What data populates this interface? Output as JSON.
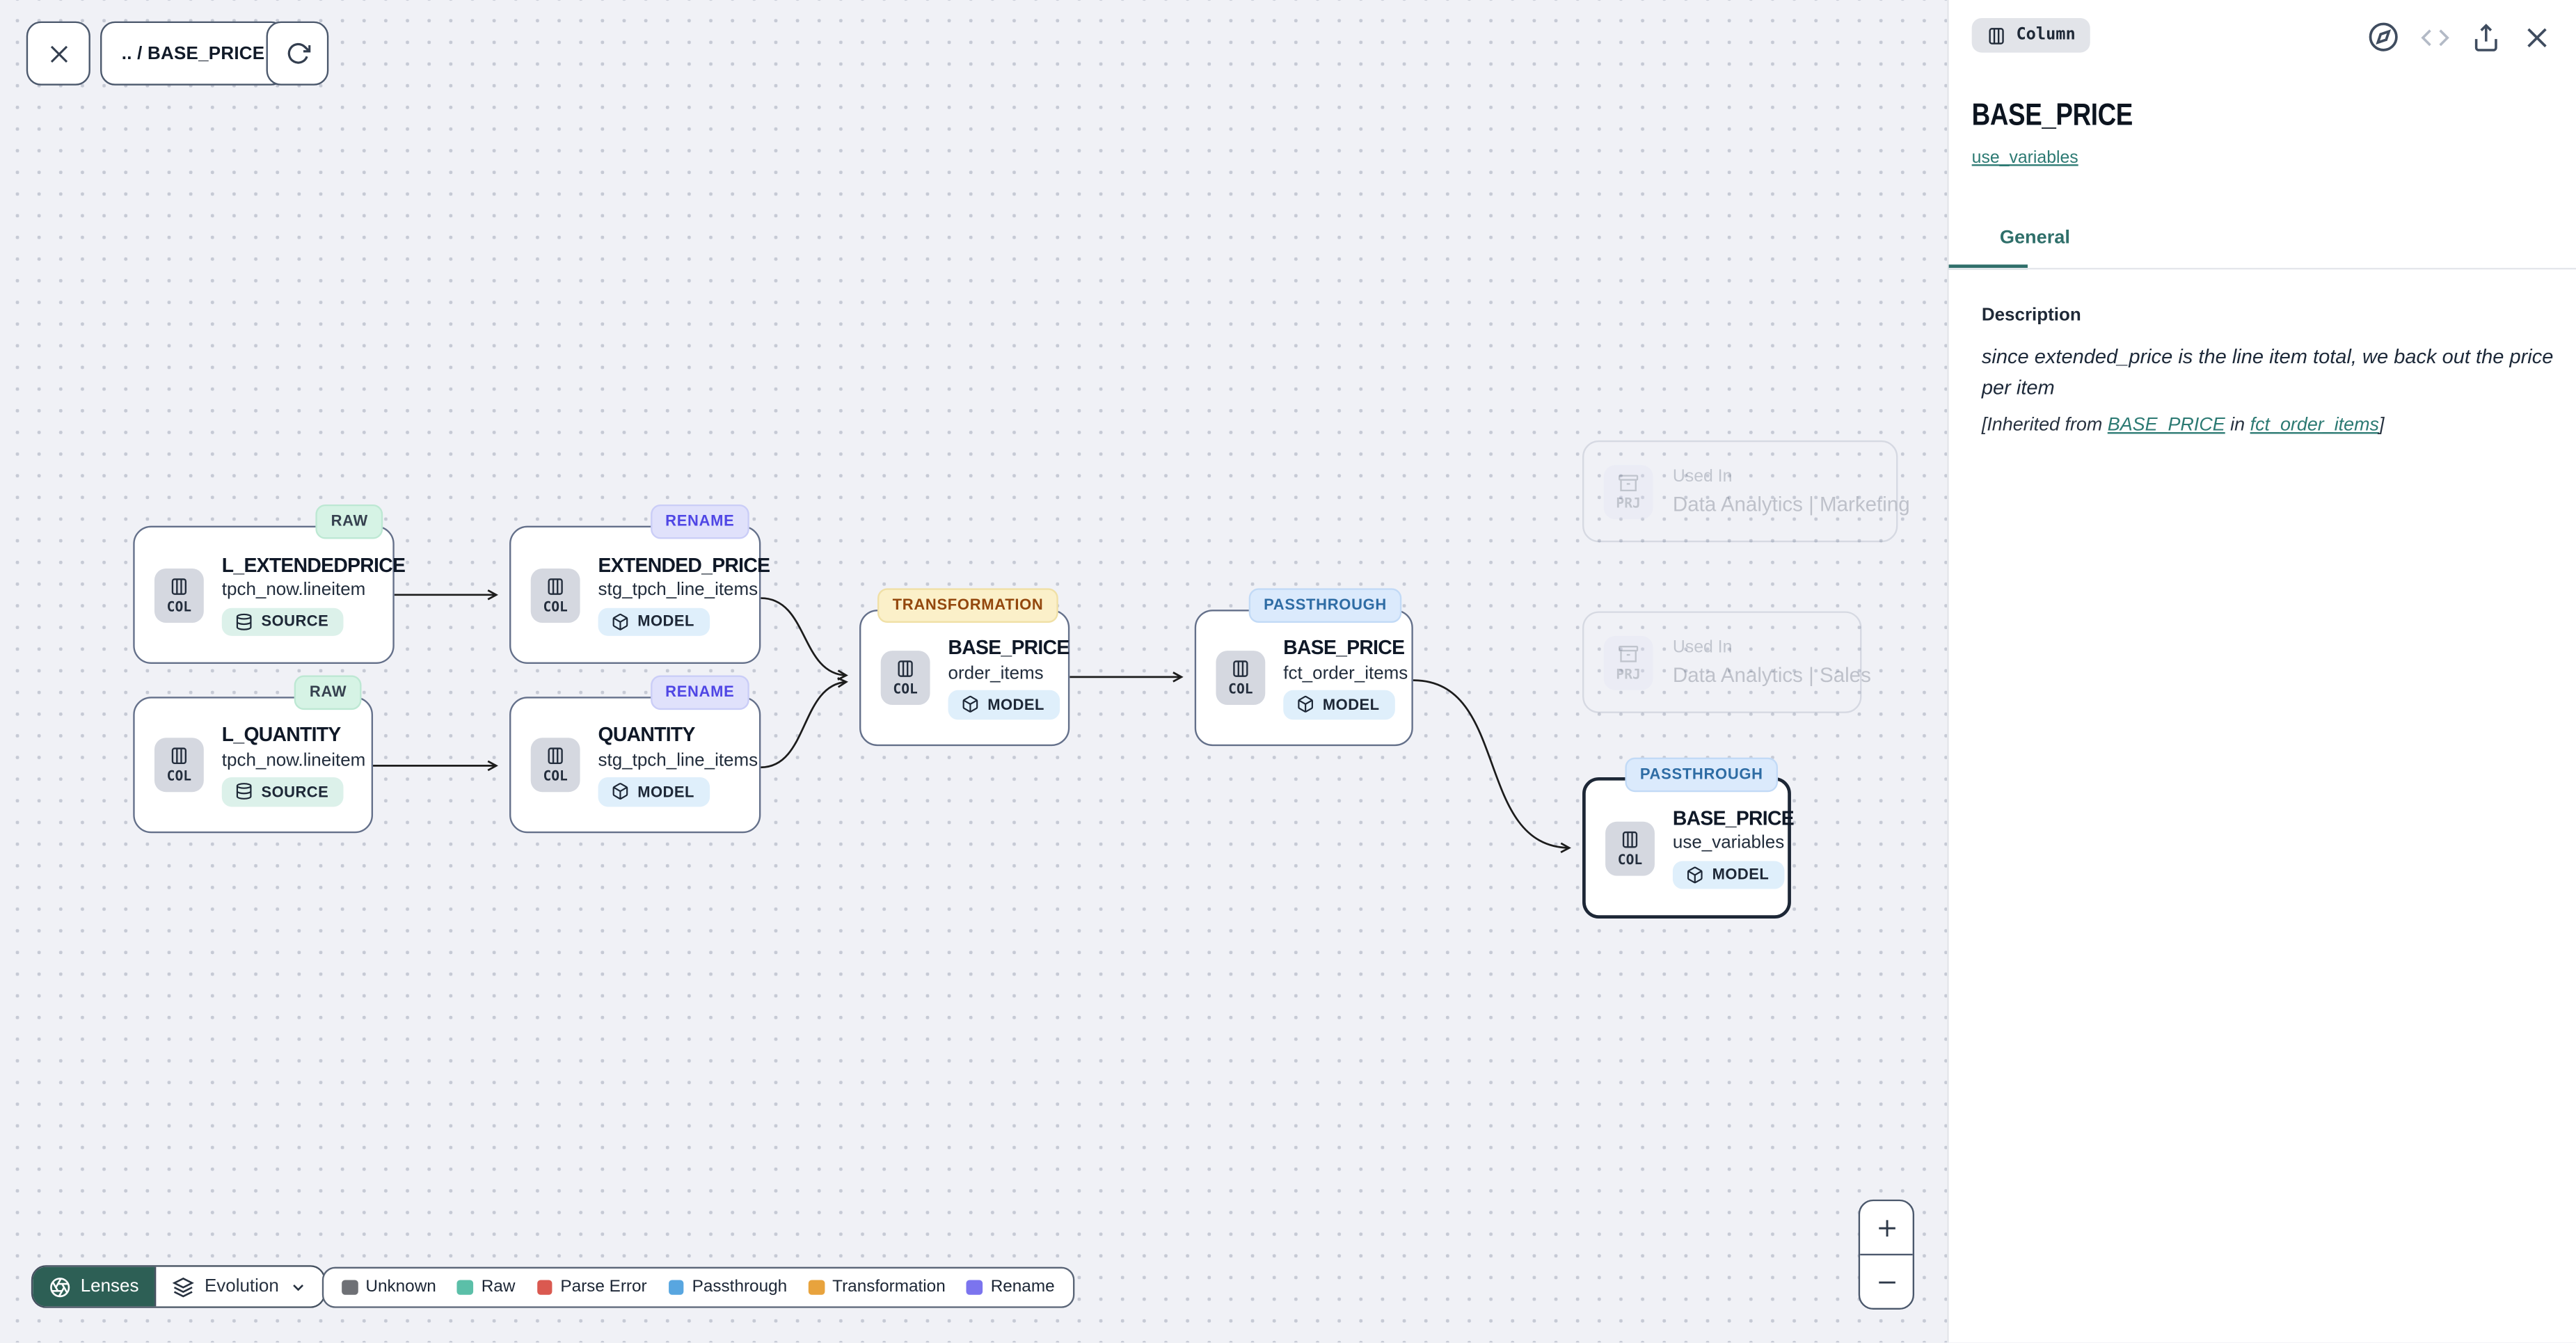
{
  "toolbar": {
    "breadcrumb": ".. / BASE_PRICE"
  },
  "graph": {
    "nodes": [
      {
        "lens": "RAW",
        "chip": "COL",
        "title": "L_EXTENDEDPRICE",
        "subtitle": "tpch_now.lineitem",
        "type_label": "SOURCE"
      },
      {
        "lens": "RAW",
        "chip": "COL",
        "title": "L_QUANTITY",
        "subtitle": "tpch_now.lineitem",
        "type_label": "SOURCE"
      },
      {
        "lens": "RENAME",
        "chip": "COL",
        "title": "EXTENDED_PRICE",
        "subtitle": "stg_tpch_line_items",
        "type_label": "MODEL"
      },
      {
        "lens": "RENAME",
        "chip": "COL",
        "title": "QUANTITY",
        "subtitle": "stg_tpch_line_items",
        "type_label": "MODEL"
      },
      {
        "lens": "TRANSFORMATION",
        "chip": "COL",
        "title": "BASE_PRICE",
        "subtitle": "order_items",
        "type_label": "MODEL"
      },
      {
        "lens": "PASSTHROUGH",
        "chip": "COL",
        "title": "BASE_PRICE",
        "subtitle": "fct_order_items",
        "type_label": "MODEL"
      },
      {
        "lens": "PASSTHROUGH",
        "chip": "COL",
        "title": "BASE_PRICE",
        "subtitle": "use_variables",
        "type_label": "MODEL"
      }
    ],
    "used_in": [
      {
        "chip": "PRJ",
        "label": "Used In",
        "title": "Data Analytics | Marketing"
      },
      {
        "chip": "PRJ",
        "label": "Used In",
        "title": "Data Analytics | Sales"
      }
    ]
  },
  "lenses": {
    "button_label": "Lenses",
    "selected_lens": "Evolution"
  },
  "legend": [
    {
      "label": "Unknown",
      "color": "#6e7075"
    },
    {
      "label": "Raw",
      "color": "#5bbfa8"
    },
    {
      "label": "Parse Error",
      "color": "#da5950"
    },
    {
      "label": "Passthrough",
      "color": "#58a6e0"
    },
    {
      "label": "Transformation",
      "color": "#e8a33d"
    },
    {
      "label": "Rename",
      "color": "#7b74ee"
    }
  ],
  "zoom_controls": {
    "zoom_in": "+",
    "zoom_out": "−"
  },
  "panel": {
    "type_badge": "Column",
    "title": "BASE_PRICE",
    "model_link": "use_variables",
    "tabs": [
      {
        "label": "General",
        "active": true
      }
    ],
    "description": {
      "heading": "Description",
      "body": "since extended_price is the line item total, we back out the price per item",
      "inherited_prefix": "[Inherited from ",
      "inherited_link_column": "BASE_PRICE",
      "inherited_middle": " in ",
      "inherited_link_model": "fct_order_items",
      "inherited_suffix": "]"
    }
  },
  "colors": {
    "accent_teal": "#2f6f6a",
    "lenses_button": "#2d5f55",
    "selection_border": "#1d2736",
    "lens_raw_bg": "#d6f3e5",
    "lens_rename_bg": "#e0e1fb",
    "lens_transformation_bg": "#fbf0c9",
    "lens_passthrough_bg": "#dbeafc"
  }
}
